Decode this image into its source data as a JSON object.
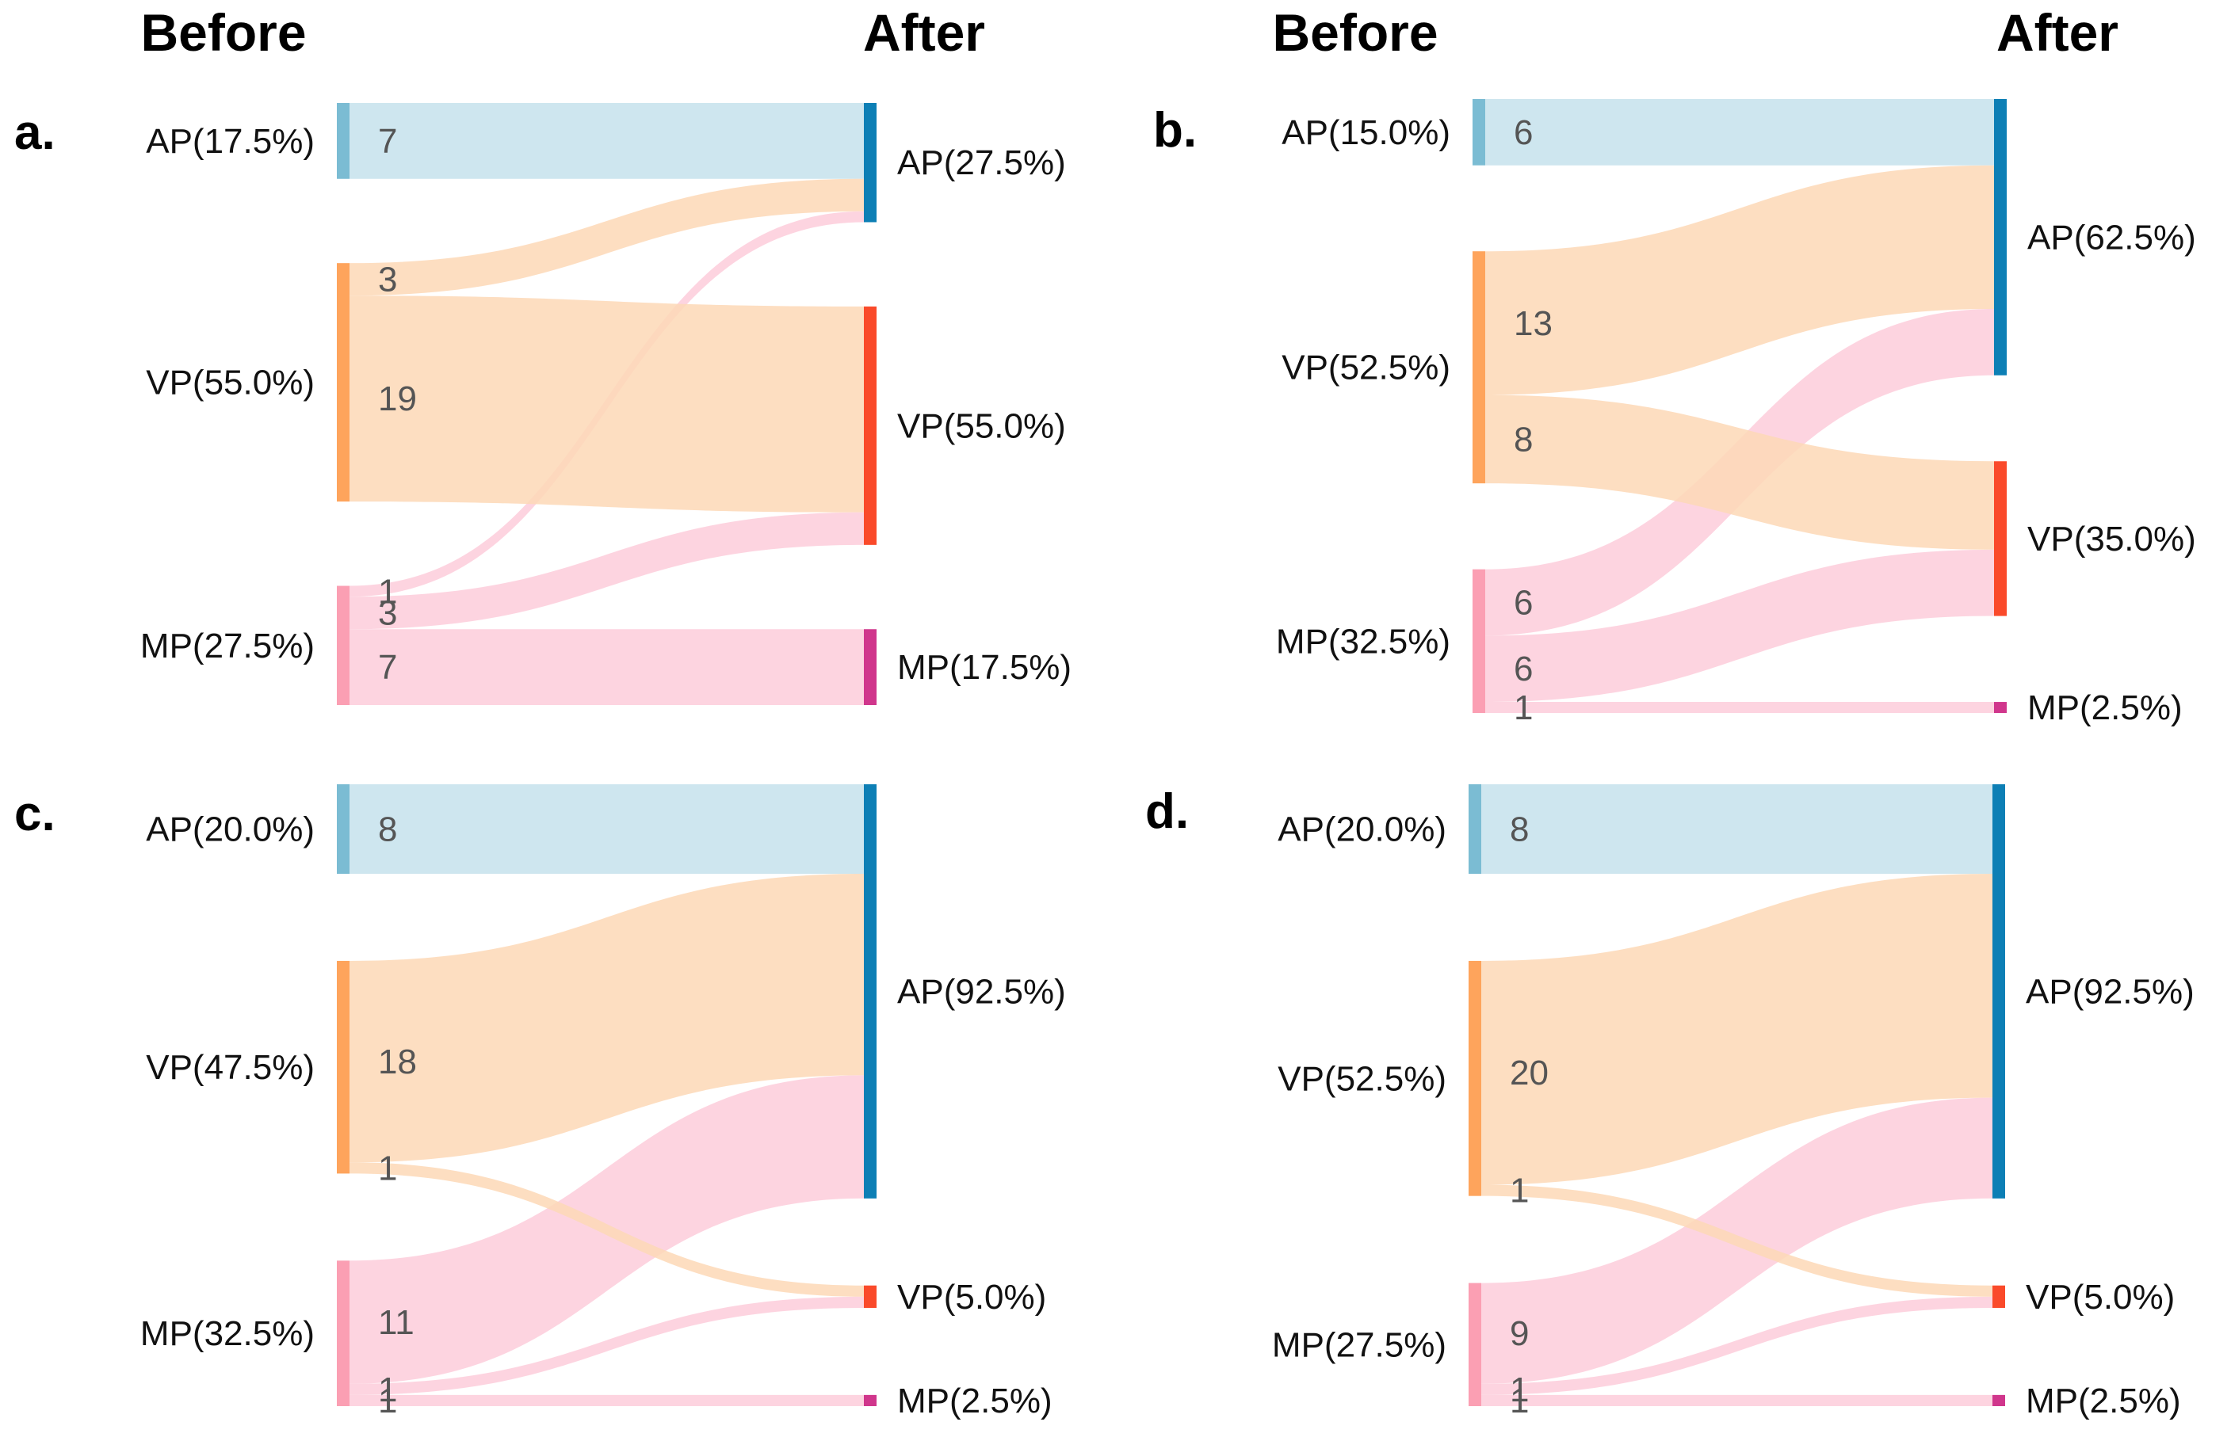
{
  "headers": {
    "before": "Before",
    "after": "After"
  },
  "colors": {
    "before_nodes": {
      "AP": "#7bbcd3",
      "VP": "#fea45c",
      "MP": "#fb9fb3"
    },
    "after_nodes": {
      "AP": "#0d7fb5",
      "VP": "#fa4a2a",
      "MP": "#d0368c"
    },
    "flows": {
      "AP": "#c5e2ec",
      "VP": "#fdd8b6",
      "MP": "#fdcdda"
    }
  },
  "chart_data": [
    {
      "type": "sankey",
      "panel": "a.",
      "before_nodes": [
        {
          "key": "AP",
          "label": "AP(17.5%)",
          "value": 7
        },
        {
          "key": "VP",
          "label": "VP(55.0%)",
          "value": 22
        },
        {
          "key": "MP",
          "label": "MP(27.5%)",
          "value": 11
        }
      ],
      "after_nodes": [
        {
          "key": "AP",
          "label": "AP(27.5%)",
          "value": 11
        },
        {
          "key": "VP",
          "label": "VP(55.0%)",
          "value": 22
        },
        {
          "key": "MP",
          "label": "MP(17.5%)",
          "value": 7
        }
      ],
      "flows": [
        {
          "from": "AP",
          "to": "AP",
          "value": 7,
          "label": "7"
        },
        {
          "from": "VP",
          "to": "AP",
          "value": 3,
          "label": "3"
        },
        {
          "from": "VP",
          "to": "VP",
          "value": 19,
          "label": "19"
        },
        {
          "from": "MP",
          "to": "AP",
          "value": 1,
          "label": "1"
        },
        {
          "from": "MP",
          "to": "VP",
          "value": 3,
          "label": "3"
        },
        {
          "from": "MP",
          "to": "MP",
          "value": 7,
          "label": "7"
        }
      ]
    },
    {
      "type": "sankey",
      "panel": "b.",
      "before_nodes": [
        {
          "key": "AP",
          "label": "AP(15.0%)",
          "value": 6
        },
        {
          "key": "VP",
          "label": "VP(52.5%)",
          "value": 21
        },
        {
          "key": "MP",
          "label": "MP(32.5%)",
          "value": 13
        }
      ],
      "after_nodes": [
        {
          "key": "AP",
          "label": "AP(62.5%)",
          "value": 25
        },
        {
          "key": "VP",
          "label": "VP(35.0%)",
          "value": 14
        },
        {
          "key": "MP",
          "label": "MP(2.5%)",
          "value": 1
        }
      ],
      "flows": [
        {
          "from": "AP",
          "to": "AP",
          "value": 6,
          "label": "6"
        },
        {
          "from": "VP",
          "to": "AP",
          "value": 13,
          "label": "13"
        },
        {
          "from": "VP",
          "to": "VP",
          "value": 8,
          "label": "8"
        },
        {
          "from": "MP",
          "to": "AP",
          "value": 6,
          "label": "6"
        },
        {
          "from": "MP",
          "to": "VP",
          "value": 6,
          "label": "6"
        },
        {
          "from": "MP",
          "to": "MP",
          "value": 1,
          "label": "1"
        }
      ]
    },
    {
      "type": "sankey",
      "panel": "c.",
      "before_nodes": [
        {
          "key": "AP",
          "label": "AP(20.0%)",
          "value": 8
        },
        {
          "key": "VP",
          "label": "VP(47.5%)",
          "value": 19
        },
        {
          "key": "MP",
          "label": "MP(32.5%)",
          "value": 13
        }
      ],
      "after_nodes": [
        {
          "key": "AP",
          "label": "AP(92.5%)",
          "value": 37
        },
        {
          "key": "VP",
          "label": "VP(5.0%)",
          "value": 2
        },
        {
          "key": "MP",
          "label": "MP(2.5%)",
          "value": 1
        }
      ],
      "flows": [
        {
          "from": "AP",
          "to": "AP",
          "value": 8,
          "label": "8"
        },
        {
          "from": "VP",
          "to": "AP",
          "value": 18,
          "label": "18"
        },
        {
          "from": "VP",
          "to": "VP",
          "value": 1,
          "label": "1"
        },
        {
          "from": "MP",
          "to": "AP",
          "value": 11,
          "label": "11"
        },
        {
          "from": "MP",
          "to": "VP",
          "value": 1,
          "label": "1"
        },
        {
          "from": "MP",
          "to": "MP",
          "value": 1,
          "label": "1"
        }
      ]
    },
    {
      "type": "sankey",
      "panel": "d.",
      "before_nodes": [
        {
          "key": "AP",
          "label": "AP(20.0%)",
          "value": 8
        },
        {
          "key": "VP",
          "label": "VP(52.5%)",
          "value": 21
        },
        {
          "key": "MP",
          "label": "MP(27.5%)",
          "value": 11
        }
      ],
      "after_nodes": [
        {
          "key": "AP",
          "label": "AP(92.5%)",
          "value": 37
        },
        {
          "key": "VP",
          "label": "VP(5.0%)",
          "value": 2
        },
        {
          "key": "MP",
          "label": "MP(2.5%)",
          "value": 1
        }
      ],
      "flows": [
        {
          "from": "AP",
          "to": "AP",
          "value": 8,
          "label": "8"
        },
        {
          "from": "VP",
          "to": "AP",
          "value": 20,
          "label": "20"
        },
        {
          "from": "VP",
          "to": "VP",
          "value": 1,
          "label": "1"
        },
        {
          "from": "MP",
          "to": "AP",
          "value": 9,
          "label": "9"
        },
        {
          "from": "MP",
          "to": "VP",
          "value": 1,
          "label": "1"
        },
        {
          "from": "MP",
          "to": "MP",
          "value": 1,
          "label": "1"
        }
      ]
    }
  ]
}
